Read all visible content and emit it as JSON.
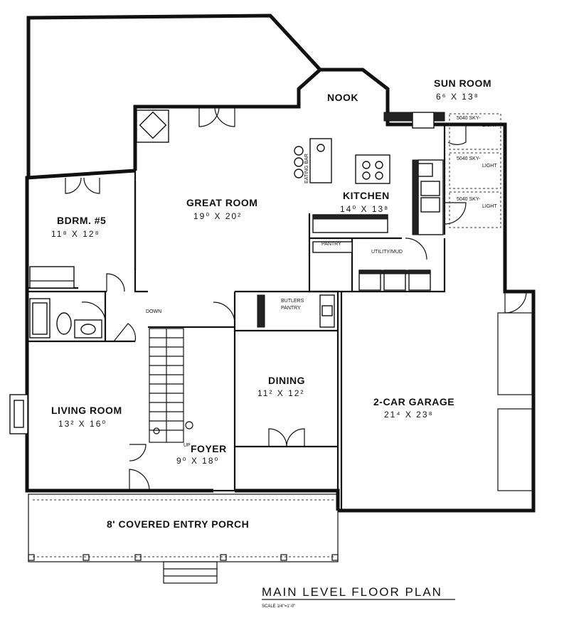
{
  "rooms": {
    "nook": "NOOK",
    "sun_room": {
      "name": "SUN ROOM",
      "dim": "6⁶ X 13⁸"
    },
    "great_room": {
      "name": "GREAT ROOM",
      "dim": "19⁰ X 20²"
    },
    "kitchen": {
      "name": "KITCHEN",
      "dim": "14⁰ X 13⁸"
    },
    "bedroom5": {
      "name": "BDRM. #5",
      "dim": "11⁸ X 12⁸"
    },
    "pantry": "PANTRY",
    "utility": "UTILITY/MUD",
    "butlers_pantry_1": "BUTLERS",
    "butlers_pantry_2": "PANTRY",
    "dining": {
      "name": "DINING",
      "dim": "11² X 12²"
    },
    "garage": {
      "name": "2-CAR GARAGE",
      "dim": "21⁴ X 23⁸"
    },
    "living_room": {
      "name": "LIVING ROOM",
      "dim": "13² X 16⁰"
    },
    "foyer": {
      "name": "FOYER",
      "dim": "9⁰ X 18⁰"
    },
    "porch": "8' COVERED ENTRY PORCH"
  },
  "annotations": {
    "eating_bar": "EATING BAR",
    "down": "DOWN",
    "up": "UP",
    "skylights": [
      "5040 SKY-",
      "LIGHT",
      "5040 SKY-",
      "LIGHT",
      "5040 SKY-",
      "LIGHT"
    ]
  },
  "title": "MAIN LEVEL FLOOR PLAN",
  "scale": "SCALE 1/4\"=1'-0\""
}
